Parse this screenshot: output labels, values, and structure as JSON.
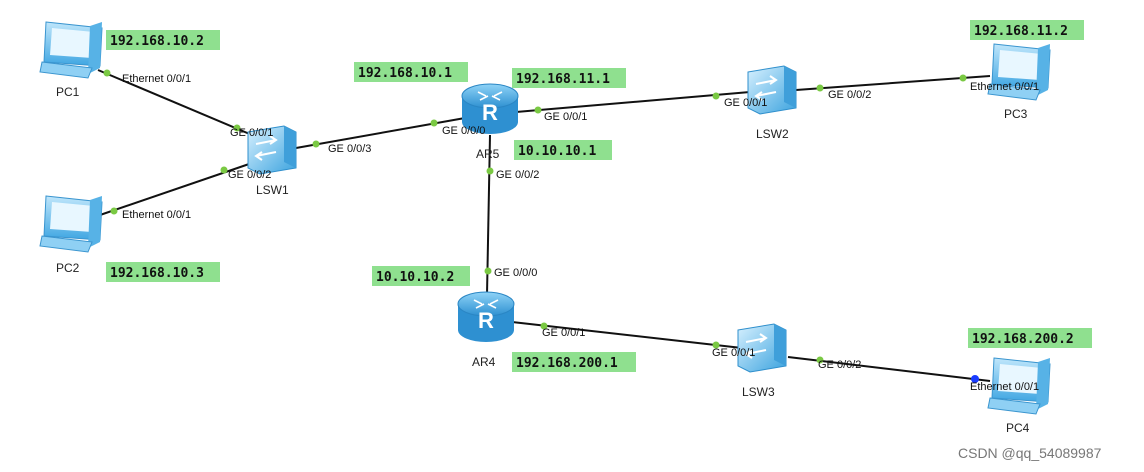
{
  "devices": {
    "pc1": "PC1",
    "pc2": "PC2",
    "pc3": "PC3",
    "pc4": "PC4",
    "lsw1": "LSW1",
    "lsw2": "LSW2",
    "lsw3": "LSW3",
    "ar5": "AR5",
    "ar4": "AR4"
  },
  "ports": {
    "pc1_eth": "Ethernet 0/0/1",
    "pc2_eth": "Ethernet 0/0/1",
    "pc3_eth": "Ethernet 0/0/1",
    "pc4_eth": "Ethernet 0/0/1",
    "lsw1_g1": "GE 0/0/1",
    "lsw1_g2": "GE 0/0/2",
    "lsw1_g3": "GE 0/0/3",
    "ar5_g0": "GE 0/0/0",
    "ar5_g1": "GE 0/0/1",
    "ar5_g2": "GE 0/0/2",
    "lsw2_g1": "GE 0/0/1",
    "lsw2_g2": "GE 0/0/2",
    "ar4_g0": "GE 0/0/0",
    "ar4_g1": "GE 0/0/1",
    "lsw3_g1": "GE 0/0/1",
    "lsw3_g2": "GE 0/0/2"
  },
  "ips": {
    "pc1": "192.168.10.2",
    "pc2": "192.168.10.3",
    "ar5_g0": "192.168.10.1",
    "ar5_g1": "192.168.11.1",
    "ar5_g2": "10.10.10.1",
    "pc3": "192.168.11.2",
    "ar4_g0": "10.10.10.2",
    "ar4_g1": "192.168.200.1",
    "pc4": "192.168.200.2"
  },
  "watermark": "CSDN @qq_54089987",
  "colors": {
    "ip_label_bg": "#8fe08f",
    "link": "#111111",
    "port_dot_active": "#7ac943",
    "port_dot_blue": "#1a3cff",
    "device_blue": "#4fb3ea"
  },
  "icons": {
    "pc": "pc-icon",
    "switch": "switch-icon",
    "router": "router-icon"
  }
}
